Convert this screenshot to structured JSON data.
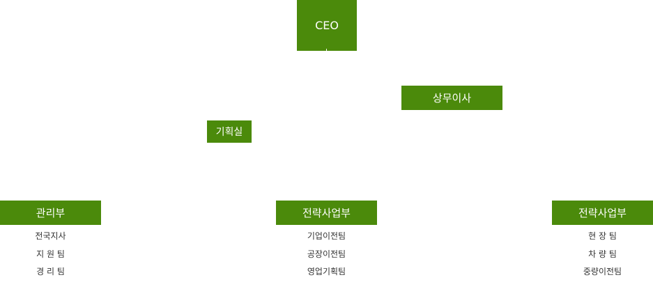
{
  "org": {
    "ceo": "CEO",
    "executive": "상무이사",
    "planning": "기획실",
    "departments": [
      {
        "name": "관리부",
        "teams": [
          "전국지사",
          "지 원 팀",
          "경 리 팀"
        ]
      },
      {
        "name": "전략사업부",
        "teams": [
          "기업이전팀",
          "공장이전팀",
          "영업기획팀"
        ]
      },
      {
        "name": "전략사업부",
        "teams": [
          "현 장 팀",
          "차 량 팀",
          "중량이전팀"
        ]
      }
    ]
  },
  "colors": {
    "box": "#4b8a0b",
    "box_text": "#ffffff",
    "team_text": "#333333"
  }
}
